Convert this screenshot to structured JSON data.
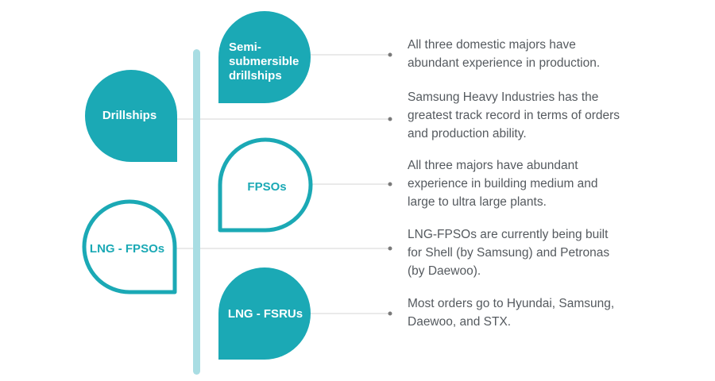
{
  "colors": {
    "teal": "#1ba9b5",
    "bar": "#a9dde3",
    "line": "#d6d6d6",
    "dot": "#7a7a7a",
    "text": "#555a5f"
  },
  "nodes": {
    "drillships": "Drillships",
    "lng_fpsos": "LNG - FPSOs",
    "semi_submersible": [
      "Semi-",
      "submersible",
      "drillships"
    ],
    "fpsos": "FPSOs",
    "lng_fsrus": "LNG - FSRUs"
  },
  "descriptions": [
    {
      "lines": [
        "All three domestic majors have",
        "abundant experience in production."
      ]
    },
    {
      "lines": [
        "Samsung Heavy Industries has the",
        "greatest track record in terms of orders",
        "and production ability."
      ]
    },
    {
      "lines": [
        "All three majors have abundant",
        "experience in building medium and",
        "large to ultra large plants."
      ]
    },
    {
      "lines": [
        "LNG-FPSOs are currently being built",
        "for Shell (by Samsung) and Petronas",
        "(by Daewoo)."
      ]
    },
    {
      "lines": [
        "Most orders go to Hyundai, Samsung,",
        "Daewoo, and STX."
      ]
    }
  ]
}
